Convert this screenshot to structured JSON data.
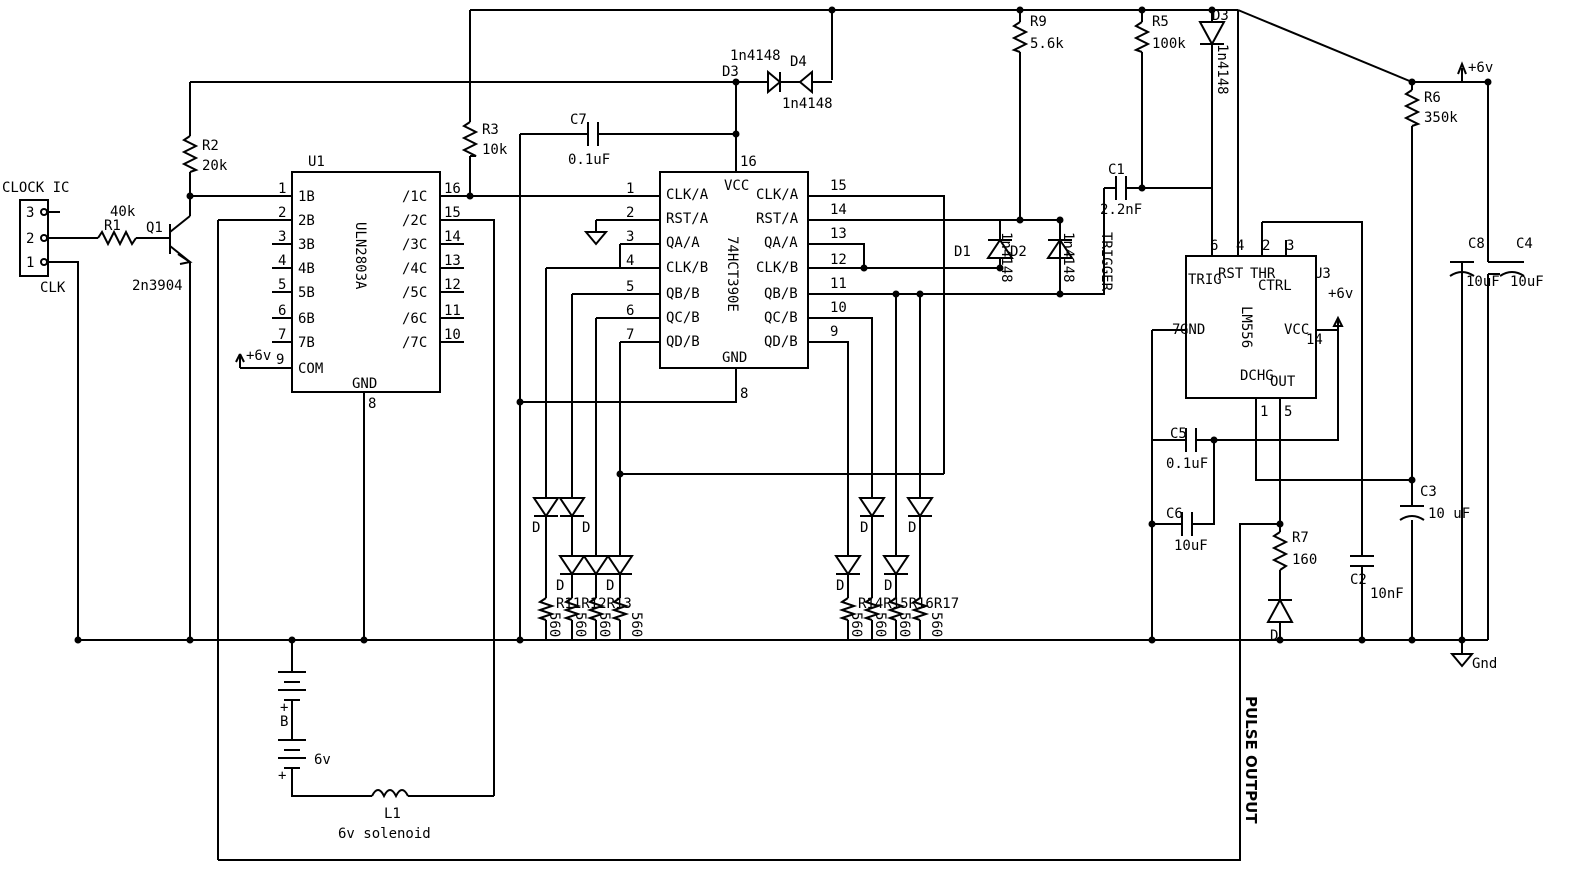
{
  "clock_connector": {
    "title": "CLOCK IC",
    "pins": [
      "3",
      "2",
      "1"
    ],
    "label": "CLK"
  },
  "r1": {
    "ref": "R1",
    "value": "40k"
  },
  "r2": {
    "ref": "R2",
    "value": "20k"
  },
  "r3": {
    "ref": "R3",
    "value": "10k"
  },
  "r5": {
    "ref": "R5",
    "value": "100k"
  },
  "r6": {
    "ref": "R6",
    "value": "350k"
  },
  "r7": {
    "ref": "R7",
    "value": "160"
  },
  "r9": {
    "ref": "R9",
    "value": "5.6k"
  },
  "q1": {
    "ref": "Q1",
    "part": "2n3904"
  },
  "u1": {
    "ref": "U1",
    "part": "ULN2803A",
    "gnd_label": "GND",
    "gnd_pin": "8",
    "left_pins": [
      "1",
      "2",
      "3",
      "4",
      "5",
      "6",
      "7",
      "9"
    ],
    "left_names": [
      "1B",
      "2B",
      "3B",
      "4B",
      "5B",
      "6B",
      "7B",
      "COM"
    ],
    "right_pins": [
      "16",
      "15",
      "14",
      "13",
      "12",
      "11",
      "10"
    ],
    "right_names": [
      "/1C",
      "/2C",
      "/3C",
      "/4C",
      "/5C",
      "/6C",
      "/7C"
    ]
  },
  "u2": {
    "part": "74HCT390E",
    "vcc_label": "VCC",
    "vcc_pin": "16",
    "gnd_label": "GND",
    "gnd_pin": "8",
    "left_pins": [
      "1",
      "2",
      "3",
      "4",
      "5",
      "6",
      "7"
    ],
    "left_names": [
      "CLK/A",
      "RST/A",
      "QA/A",
      "CLK/B",
      "QB/B",
      "QC/B",
      "QD/B"
    ],
    "right_pins": [
      "15",
      "14",
      "13",
      "12",
      "11",
      "10",
      "9"
    ],
    "right_names": [
      "CLK/A",
      "RST/A",
      "QA/A",
      "CLK/B",
      "QB/B",
      "QC/B",
      "QD/B"
    ]
  },
  "u3": {
    "ref": "U3",
    "part": "LM556",
    "pin_labels": [
      "TRIG",
      "RST",
      "THR",
      "CTRL",
      "GND",
      "VCC",
      "DCHG",
      "OUT"
    ],
    "pins": [
      "6",
      "4",
      "2",
      "3",
      "7",
      "14",
      "1",
      "5"
    ]
  },
  "d1": {
    "ref": "D1"
  },
  "d2": {
    "ref": "D2",
    "part": "1n4148"
  },
  "d3a": {
    "ref": "D3",
    "part": "1n4148"
  },
  "d4": {
    "ref": "D4",
    "part": "1n4148"
  },
  "d3b": {
    "ref": "D3",
    "part": "1n4148"
  },
  "c1": {
    "ref": "C1",
    "value": "2.2nF"
  },
  "c2": {
    "ref": "C2",
    "value": "10nF"
  },
  "c3": {
    "ref": "C3",
    "value": "10 uF"
  },
  "c4": {
    "ref": "C4",
    "value": "10uF"
  },
  "c5": {
    "ref": "C5",
    "value": "0.1uF"
  },
  "c6": {
    "ref": "C6",
    "value": "10uF"
  },
  "c7": {
    "ref": "C7",
    "value": "0.1uF"
  },
  "c8": {
    "ref": "C8",
    "value": "10uF"
  },
  "led_label": "D",
  "left_bank_resistors": {
    "refs": "R11R12R13",
    "value": "560"
  },
  "right_bank_resistors": {
    "refs": "R14R15R16R17",
    "value": "560"
  },
  "battery": {
    "ref": "B",
    "value": "6v"
  },
  "solenoid": {
    "ref": "L1",
    "value": "6v solenoid"
  },
  "power": {
    "vcc_label": "+6v",
    "gnd_label": "Gnd"
  },
  "trigger_label": "TRIGGER",
  "pulse_output_label": "PULSE OUTPUT"
}
